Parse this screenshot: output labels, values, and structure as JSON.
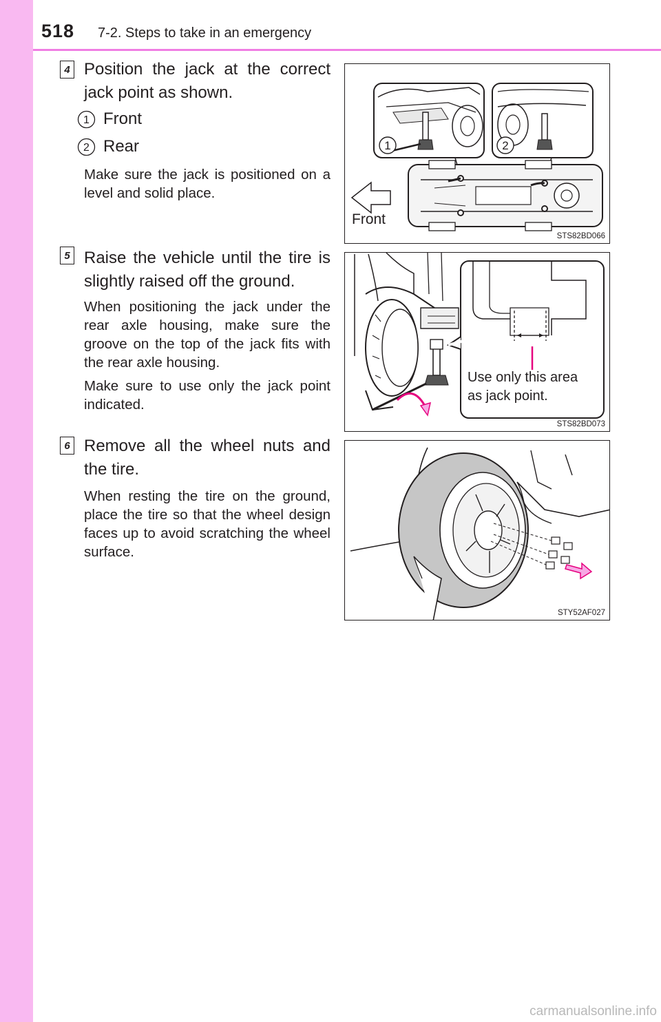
{
  "header": {
    "page_number": "518",
    "section": "7-2. Steps to take in an emergency"
  },
  "steps": [
    {
      "badge": "4",
      "main": "Position the jack at the correct jack point as shown.",
      "items": [
        {
          "num": "1",
          "label": "Front"
        },
        {
          "num": "2",
          "label": "Rear"
        }
      ],
      "notes": [
        "Make sure the jack is positioned on a level and solid place."
      ]
    },
    {
      "badge": "5",
      "main": "Raise the vehicle until the tire is slightly raised off the ground.",
      "notes": [
        "When positioning the jack under the rear axle housing, make sure the groove on the top of the jack fits with the rear axle housing.",
        "Make sure to use only the jack point indicated."
      ]
    },
    {
      "badge": "6",
      "main": "Remove all the wheel nuts and the tire.",
      "notes": [
        "When resting the tire on the ground, place the tire so that the wheel design faces up to avoid scratching the wheel surface."
      ]
    }
  ],
  "figures": {
    "fig1": {
      "code": "STS82BD066",
      "front_label": "Front",
      "callout1": "1",
      "callout2": "2"
    },
    "fig2": {
      "code": "STS82BD073",
      "callout_line1": "Use only this area",
      "callout_line2": "as jack point."
    },
    "fig3": {
      "code": "STY52AF027"
    }
  },
  "watermark": "carmanualsonline.info",
  "colors": {
    "sidebar": "#f9b9f1",
    "rule": "#f07ee3",
    "accent": "#e6007e",
    "text": "#231f20"
  }
}
